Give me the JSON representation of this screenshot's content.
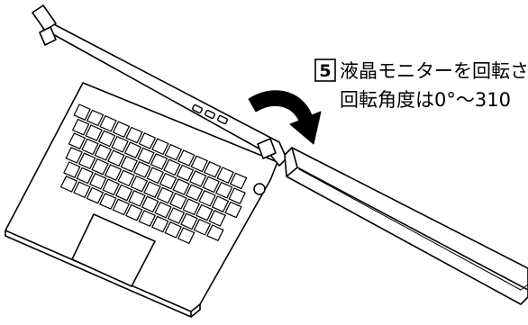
{
  "figure": {
    "step_number": "5",
    "caption_line1": "液晶モニターを回転さ",
    "caption_line2": "回転角度は0°〜310"
  },
  "colors": {
    "line": "#000000",
    "arrow": "#000000",
    "background": "#ffffff"
  },
  "icons": {
    "rotation_arrow": "curved-arrow-icon",
    "power_button": "power-button-icon"
  }
}
